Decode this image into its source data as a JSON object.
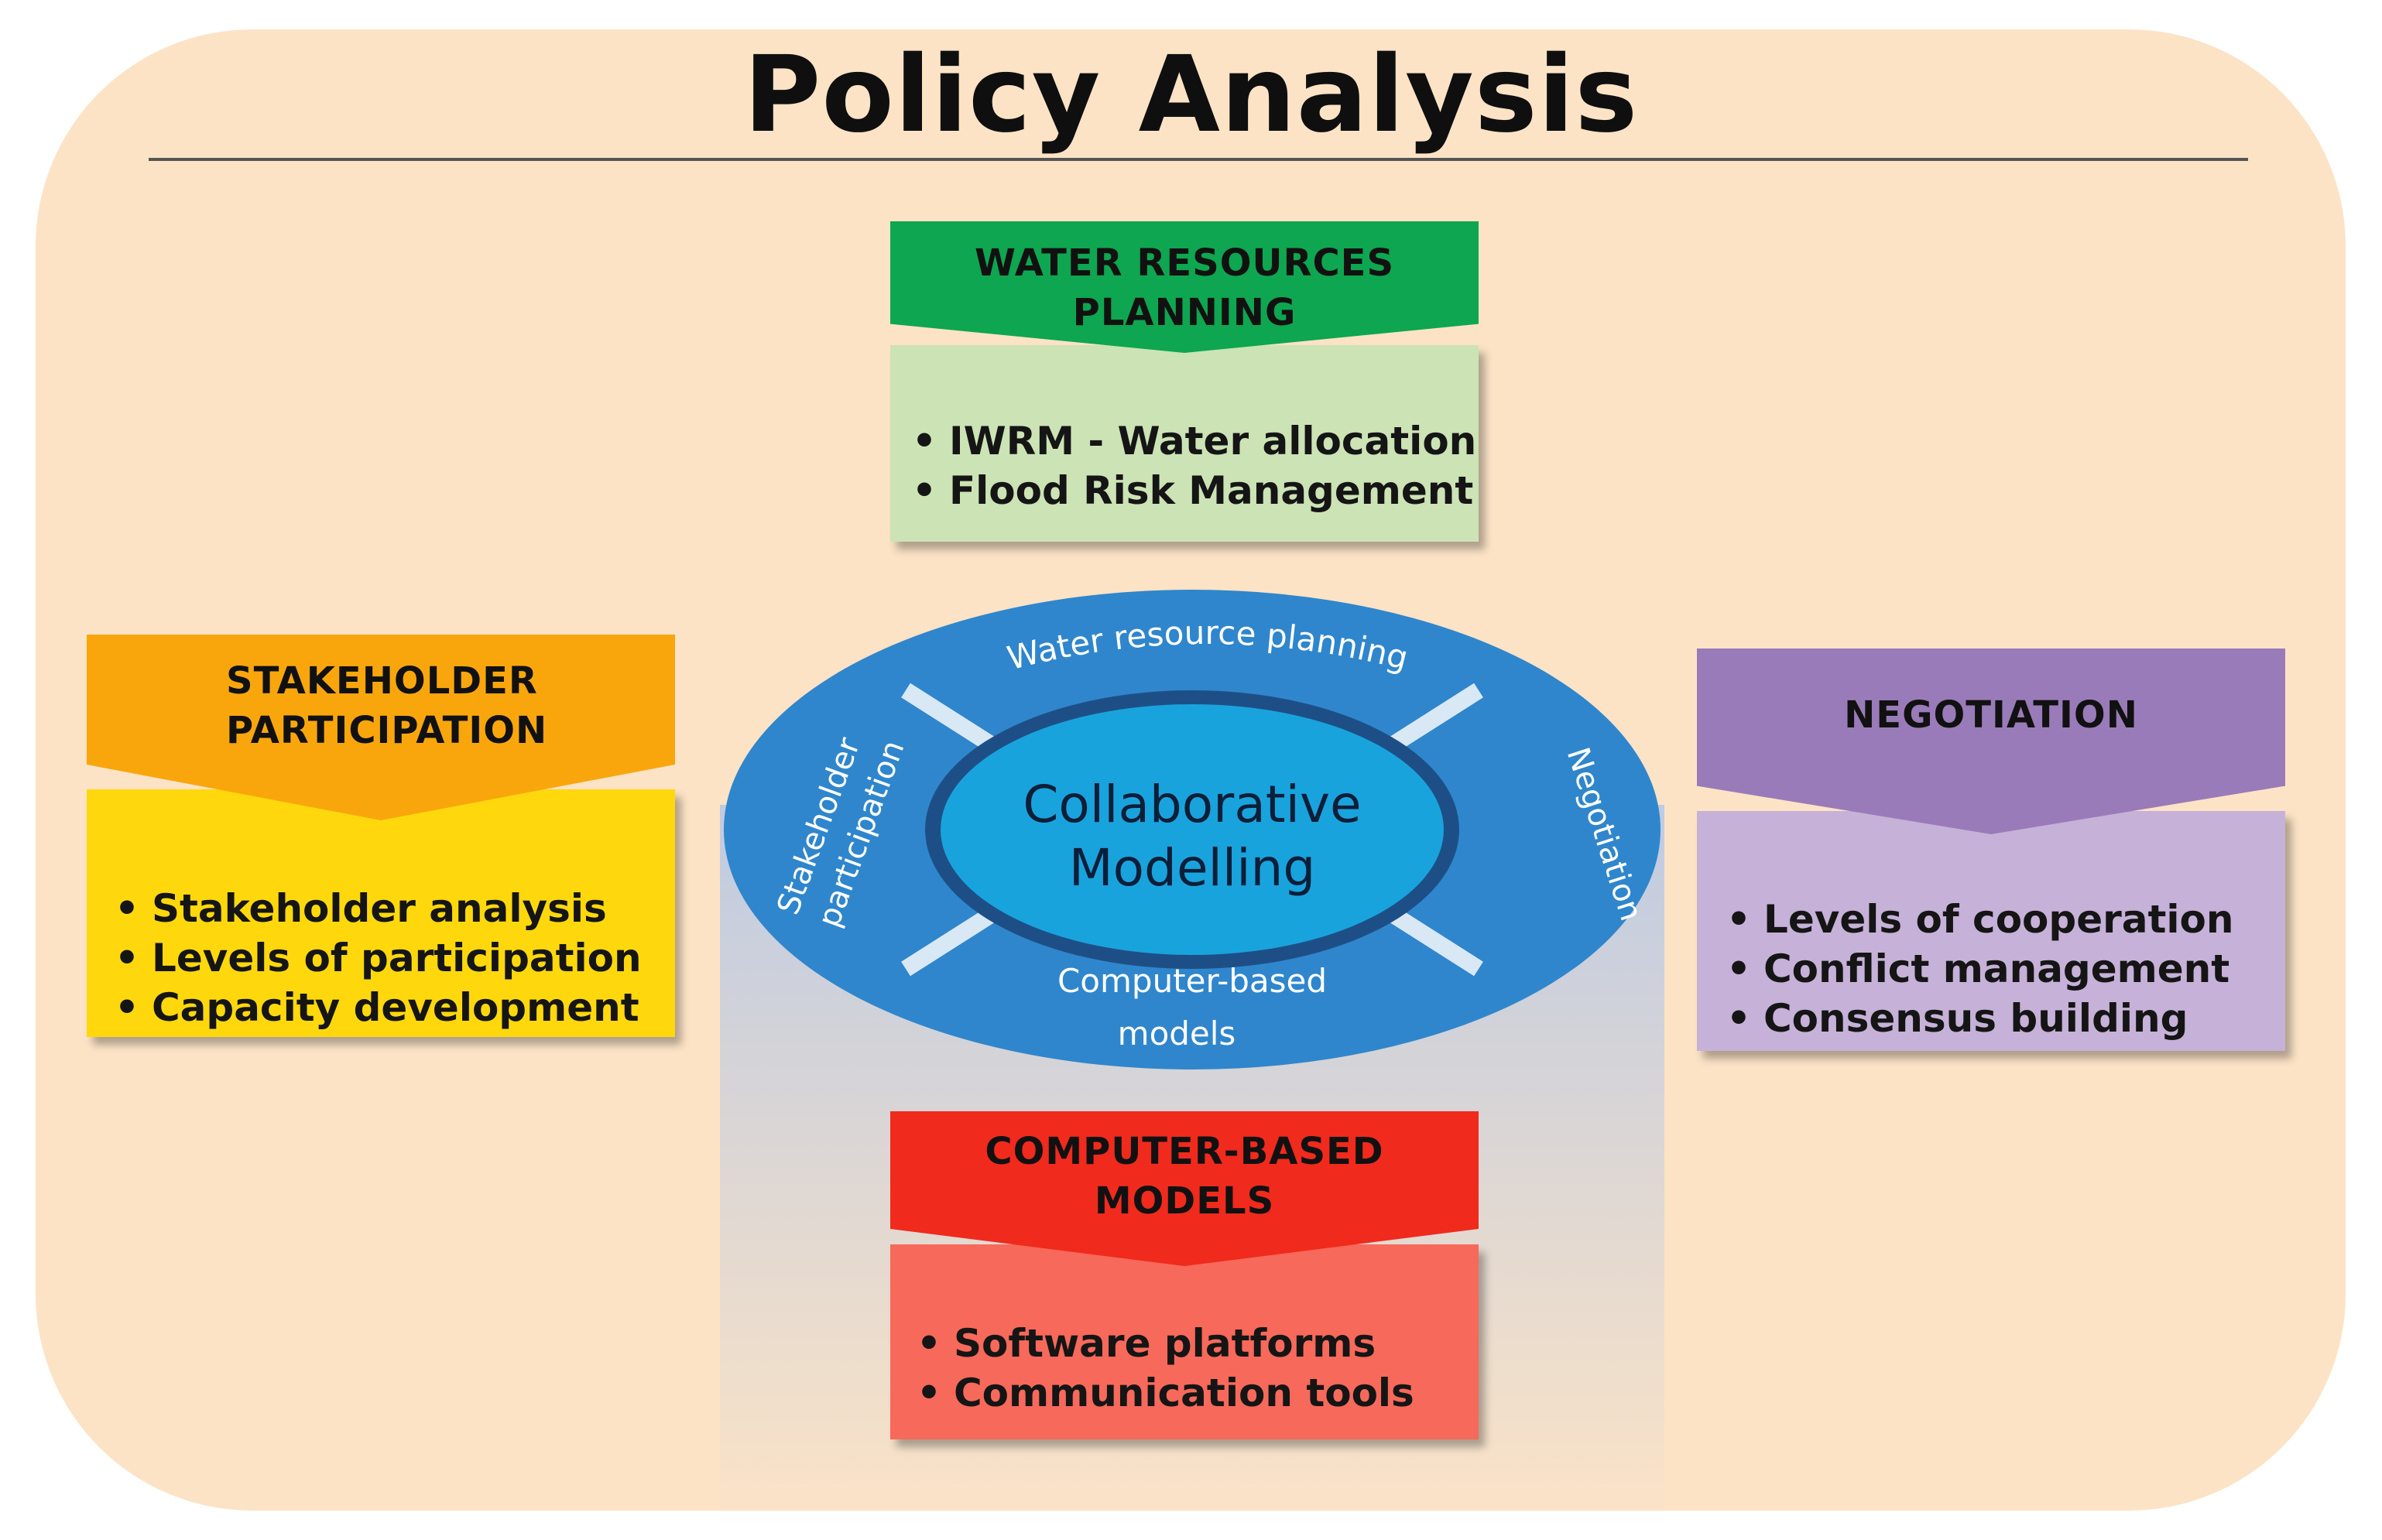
{
  "title": "Policy Analysis",
  "colors": {
    "water": "#0ea650",
    "water_body": "#cce3b5",
    "stakeholder": "#f9a60d",
    "stakeholder_body": "#fed80c",
    "negotiation": "#9a7bb9",
    "negotiation_body": "#c6b1d8",
    "computer": "#f02a1d",
    "computer_body": "#f7695a",
    "ring": "#2f86cc",
    "core": "#19a3dd"
  },
  "cards": {
    "water": {
      "title_line1": "WATER RESOURCES",
      "title_line2": "PLANNING",
      "items": [
        "IWRM - Water allocation",
        "Flood Risk Management"
      ]
    },
    "stakeholder": {
      "title_line1": "STAKEHOLDER",
      "title_line2": "PARTICIPATION",
      "items": [
        "Stakeholder analysis",
        "Levels of participation",
        "Capacity development"
      ]
    },
    "negotiation": {
      "title_line1": "NEGOTIATION",
      "items": [
        "Levels of cooperation",
        "Conflict management",
        "Consensus building"
      ]
    },
    "computer": {
      "title_line1": "COMPUTER-BASED",
      "title_line2": "MODELS",
      "items": [
        "Software platforms",
        "Communication tools"
      ]
    }
  },
  "center": {
    "core_line1": "Collaborative",
    "core_line2": "Modelling",
    "seg_top": "Water resource planning",
    "seg_right": "Negotiation",
    "seg_left_line1": "Stakeholder",
    "seg_left_line2": "participation",
    "seg_bottom_line1": "Computer-based",
    "seg_bottom_line2": "models"
  }
}
